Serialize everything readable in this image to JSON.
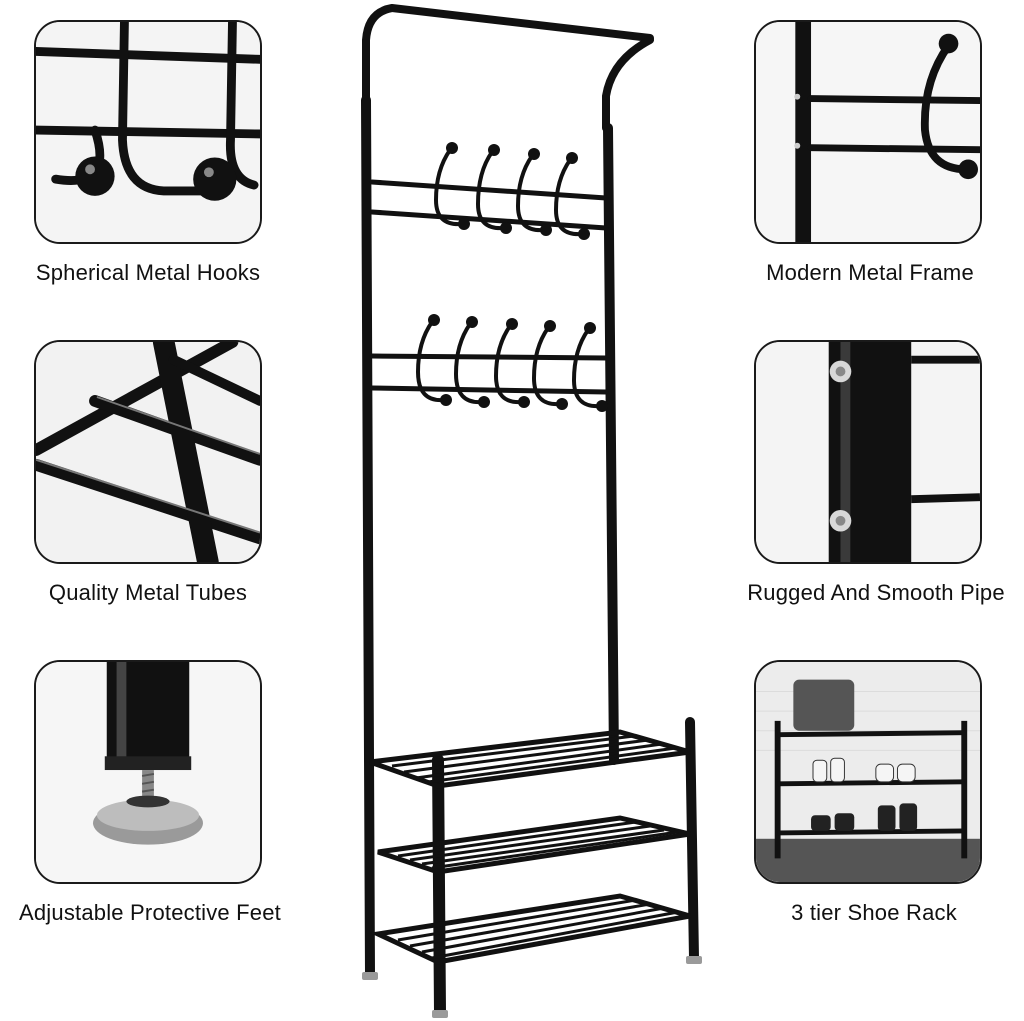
{
  "features": {
    "left": [
      {
        "label": "Spherical Metal Hooks",
        "icon": "hook-closeup"
      },
      {
        "label": "Quality Metal Tubes",
        "icon": "tube-closeup"
      },
      {
        "label": "Adjustable Protective Feet",
        "icon": "foot-closeup"
      }
    ],
    "right": [
      {
        "label": "Modern Metal Frame",
        "icon": "frame-closeup"
      },
      {
        "label": "Rugged And Smooth Pipe",
        "icon": "pipe-closeup"
      },
      {
        "label": "3 tier Shoe Rack",
        "icon": "shoe-rack-closeup"
      }
    ]
  },
  "colors": {
    "metal": "#111111",
    "panel_border": "#1a1a1a",
    "background": "#ffffff"
  }
}
